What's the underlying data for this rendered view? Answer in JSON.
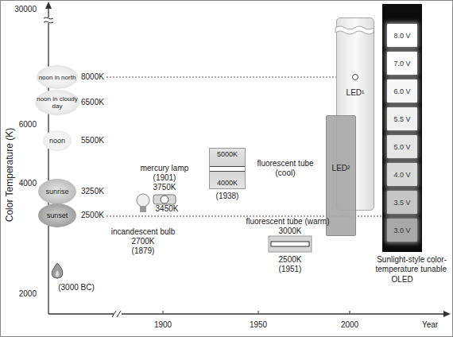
{
  "diagram": {
    "nodes": [
      {
        "text": [
          "noon in north"
        ]
      },
      {
        "text": [
          "noon in cloudy day"
        ]
      },
      {
        "text": [
          "noon"
        ]
      },
      {
        "text": [
          "sunrise"
        ]
      },
      {
        "text": [
          "sunset"
        ]
      },
      {
        "text": [
          "5000K",
          "4000K"
        ]
      },
      {
        "text": [
          "LED¹"
        ]
      },
      {
        "text": [
          "LED²"
        ]
      },
      {
        "text": [
          "Sunlight-style color-temperature tunable",
          "OLED"
        ]
      },
      {
        "text": [
          "8.0 V"
        ],
        "in": 8
      },
      {
        "text": [
          "7.0 V"
        ],
        "in": 8
      },
      {
        "text": [
          "6.0 V"
        ],
        "in": 8
      },
      {
        "text": [
          "5.5 V"
        ],
        "in": 8
      },
      {
        "text": [
          "5.0 V"
        ],
        "in": 8
      },
      {
        "text": [
          "4.0 V"
        ],
        "in": 8
      },
      {
        "text": [
          "3.5 V"
        ],
        "in": 8
      },
      {
        "text": [
          "3.0 V"
        ],
        "in": 8
      }
    ],
    "labels": [
      "30000",
      "6000",
      "4000",
      "2000",
      "Color Temperature (K)",
      "8000K",
      "6500K",
      "5500K",
      "3250K",
      "2500K",
      "(3000 BC)",
      "mercury lamp",
      "(1901)",
      "3750K",
      "3450K",
      "incandescent bulb",
      "2700K",
      "(1879)",
      "fluorescent tube (cool)",
      "(1938)",
      "fluorescent tube (warm)",
      "3000K",
      "2500K",
      "(1951)",
      "1900",
      "1950",
      "2000",
      "Year"
    ]
  }
}
